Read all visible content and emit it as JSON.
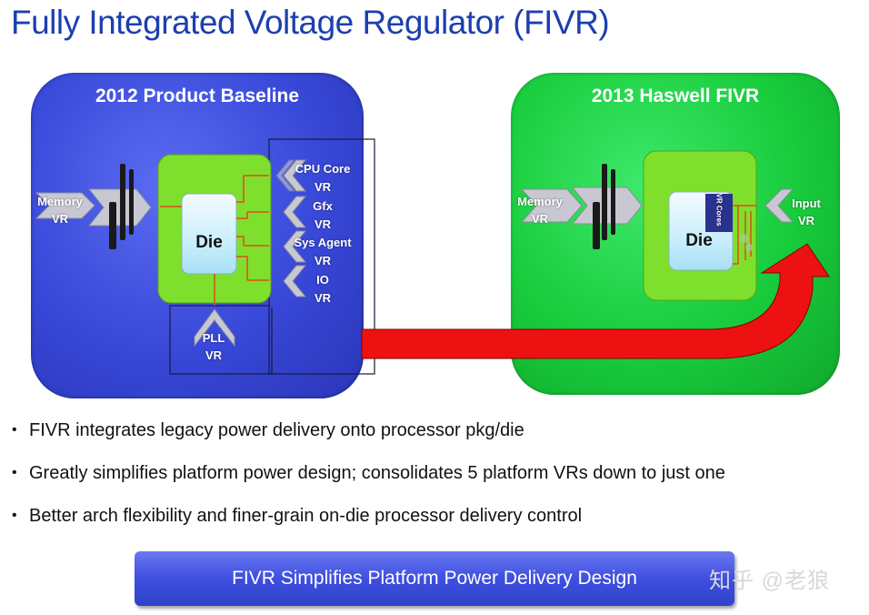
{
  "title": "Fully Integrated Voltage Regulator (FIVR)",
  "left_panel": {
    "title": "2012 Product Baseline",
    "die_label": "Die",
    "memory_vr": [
      "Memory",
      "VR"
    ],
    "vr_labels": [
      "CPU Core",
      "VR",
      "Gfx",
      "VR",
      "Sys Agent",
      "VR",
      "IO",
      "VR"
    ],
    "pll_vr": [
      "PLL",
      "VR"
    ]
  },
  "right_panel": {
    "title": "2013 Haswell FIVR",
    "die_label": "Die",
    "memory_vr": [
      "Memory",
      "VR"
    ],
    "input_vr": [
      "Input",
      "VR"
    ],
    "vr_cores_label": "VR Cores"
  },
  "bullets": [
    "FIVR integrates legacy power delivery onto processor pkg/die",
    "Greatly simplifies platform power design; consolidates 5 platform VRs down to just one",
    "Better arch flexibility and finer-grain on-die processor delivery control"
  ],
  "banner": "FIVR Simplifies Platform Power Delivery Design",
  "watermark": "知乎 @老狼",
  "colors": {
    "title": "#1c3fae",
    "left_panel": "#3848d8",
    "right_panel": "#18cc3c",
    "arrow": "#ee1111",
    "package": "#7ee02c"
  }
}
